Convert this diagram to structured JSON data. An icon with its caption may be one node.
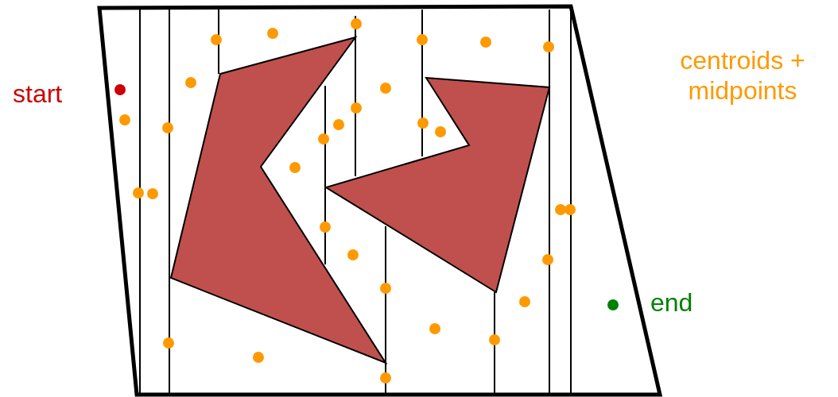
{
  "diagram": {
    "labels": [
      "start",
      "centroids + midpoints",
      "end"
    ]
  }
}
